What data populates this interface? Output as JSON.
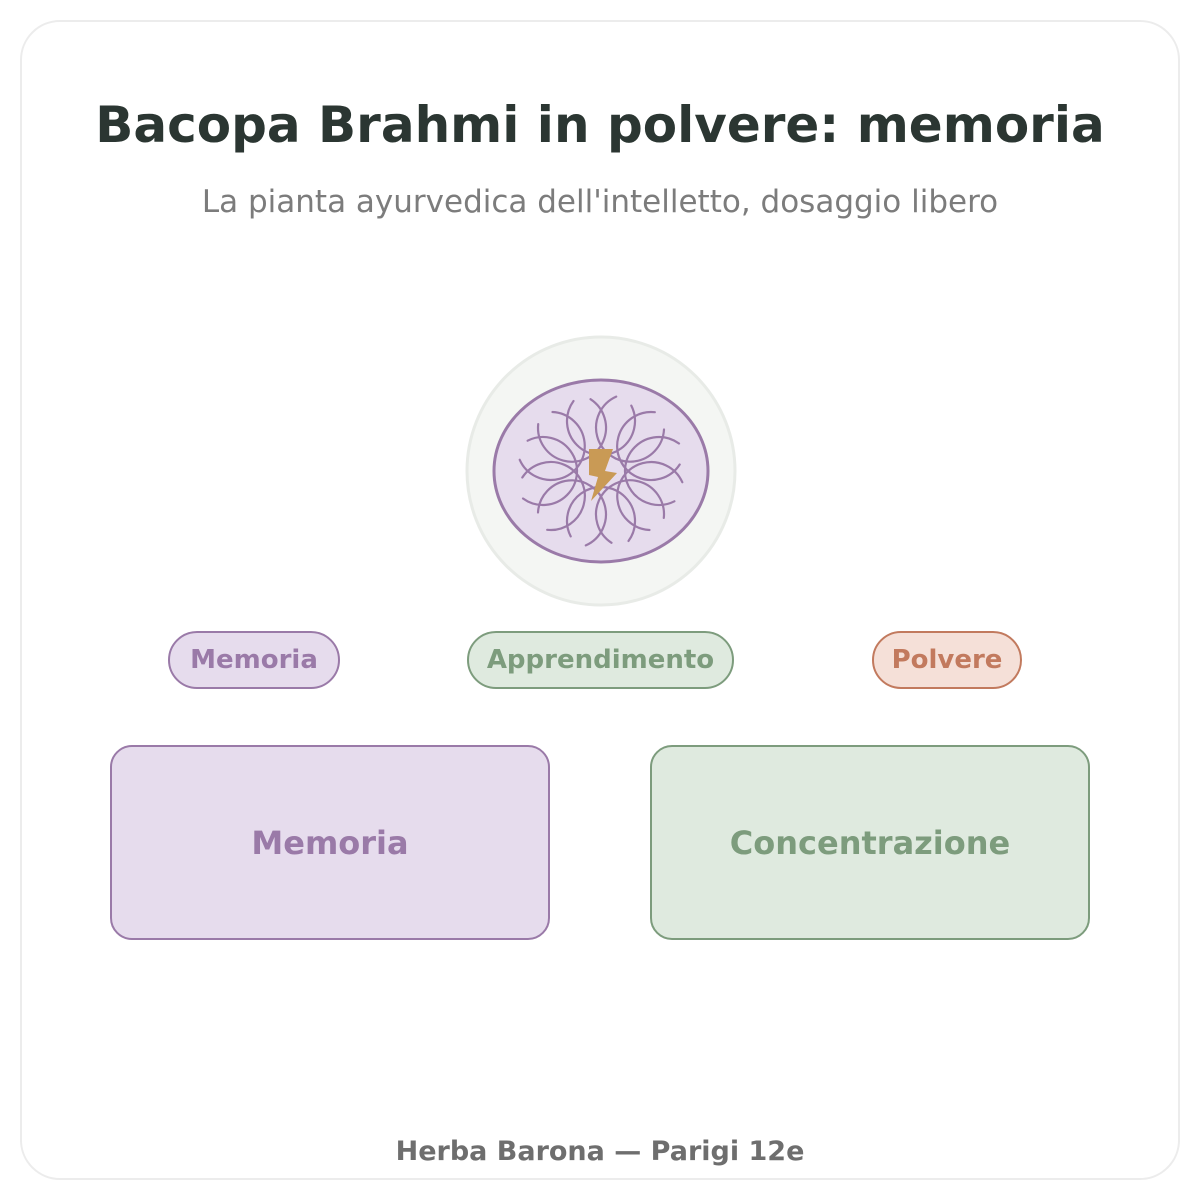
{
  "header": {
    "title": "Bacopa Brahmi in polvere: memoria",
    "subtitle": "La pianta ayurvedica dell'intelletto, dosaggio libero"
  },
  "emblem": {
    "icon": "brain-lightning-icon",
    "colors": {
      "ring": "#f4f6f3",
      "ring_border": "#e8ebe7",
      "brain_fill": "#e6dced",
      "brain_stroke": "#9a7aa8",
      "bolt": "#c99a55"
    }
  },
  "tags": [
    {
      "label": "Memoria",
      "color": "#9a7aa8"
    },
    {
      "label": "Apprendimento",
      "color": "#7d9c7d"
    },
    {
      "label": "Polvere",
      "color": "#c27a5e"
    }
  ],
  "features": [
    {
      "label": "Memoria",
      "color": "#9a7aa8"
    },
    {
      "label": "Concentrazione",
      "color": "#7d9c7d"
    }
  ],
  "footer": {
    "text": "Herba Barona — Parigi 12e"
  }
}
